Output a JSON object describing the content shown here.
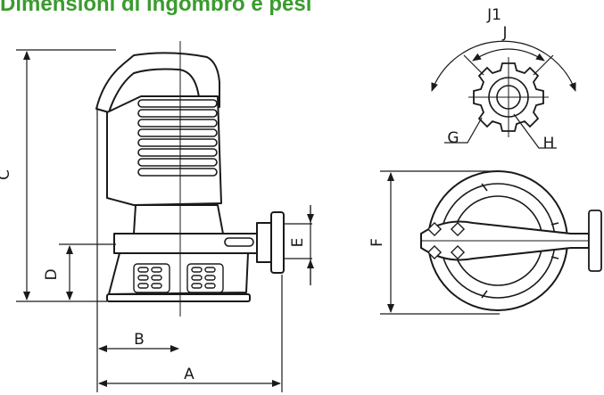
{
  "title": "Dimensioni di ingombro e pesi",
  "colors": {
    "title": "#3a9b2e",
    "ink": "#1a1a1a",
    "body_fill": "#ffffff"
  },
  "dimension_labels": {
    "A": "A",
    "B": "B",
    "C": "C",
    "D": "D",
    "E": "E",
    "F": "F",
    "G": "G",
    "H": "H",
    "J": "J",
    "J1": "J1"
  }
}
